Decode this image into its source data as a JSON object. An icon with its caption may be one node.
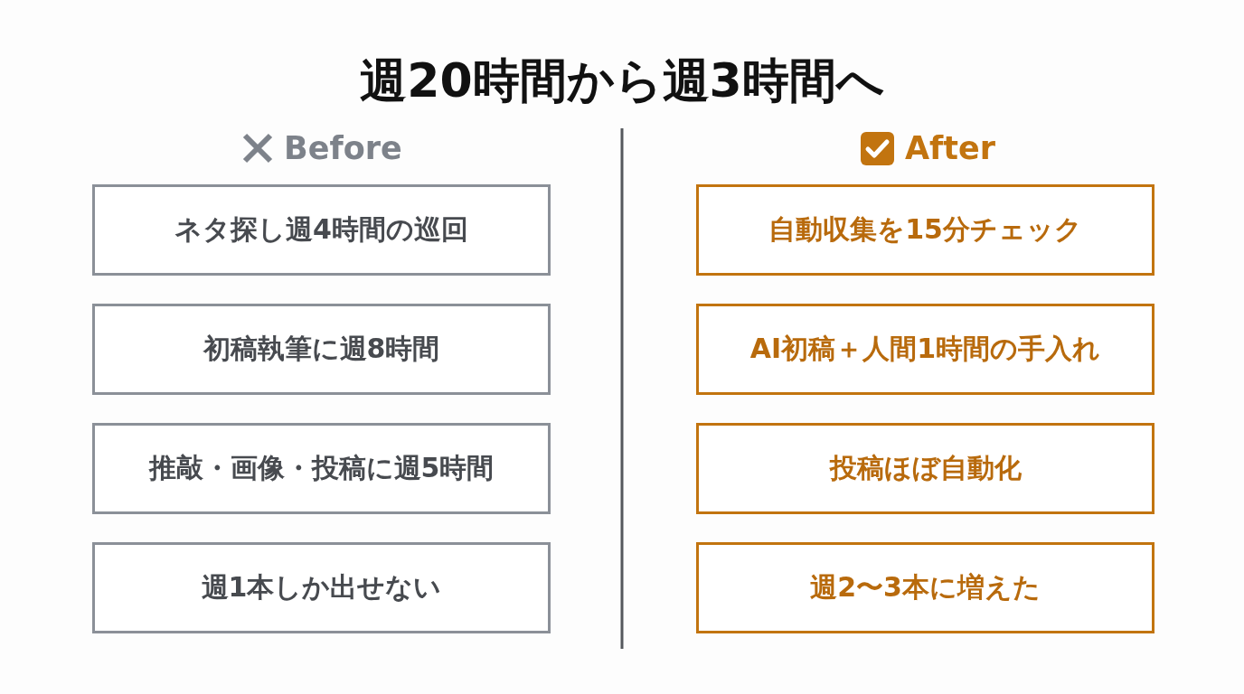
{
  "diagram": {
    "title": "週20時間から週3時間へ",
    "nodes": [
      {
        "text": [
          "ネタ探し週4時間の巡回"
        ]
      },
      {
        "text": [
          "初稿執筆に週8時間"
        ]
      },
      {
        "text": [
          "推敲・画像・投稿に週5時間"
        ]
      },
      {
        "text": [
          "週1本しか出せない"
        ]
      },
      {
        "text": [
          "自動収集を15分チェック"
        ]
      },
      {
        "text": [
          "AI初稿＋人間1時間の手入れ"
        ]
      },
      {
        "text": [
          "投稿ほぼ自動化"
        ]
      },
      {
        "text": [
          "週2〜3本に増えた"
        ]
      }
    ],
    "labels": [
      "Before",
      "After"
    ]
  }
}
